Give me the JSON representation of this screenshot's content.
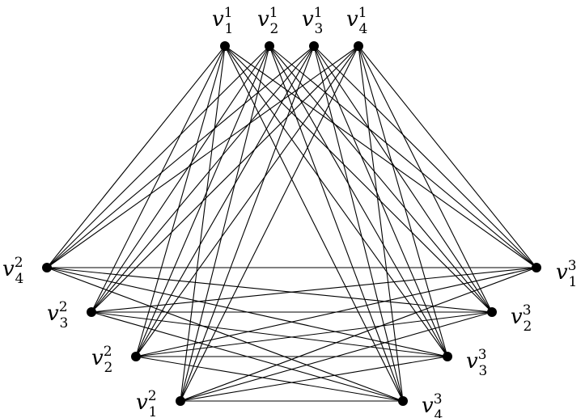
{
  "diagram": {
    "type": "graph",
    "colors": {
      "edge": "#000000",
      "vertex": "#000000",
      "background": "#ffffff"
    },
    "vertices": [
      {
        "id": "a1",
        "base": "v",
        "sub": "1",
        "sup": "1"
      },
      {
        "id": "a2",
        "base": "v",
        "sub": "2",
        "sup": "1"
      },
      {
        "id": "a3",
        "base": "v",
        "sub": "3",
        "sup": "1"
      },
      {
        "id": "a4",
        "base": "v",
        "sub": "4",
        "sup": "1"
      },
      {
        "id": "b4",
        "base": "v",
        "sub": "4",
        "sup": "2"
      },
      {
        "id": "b3",
        "base": "v",
        "sub": "3",
        "sup": "2"
      },
      {
        "id": "b2",
        "base": "v",
        "sub": "2",
        "sup": "2"
      },
      {
        "id": "b1",
        "base": "v",
        "sub": "1",
        "sup": "2"
      },
      {
        "id": "c1",
        "base": "v",
        "sub": "1",
        "sup": "3"
      },
      {
        "id": "c2",
        "base": "v",
        "sub": "2",
        "sup": "3"
      },
      {
        "id": "c3",
        "base": "v",
        "sub": "3",
        "sup": "3"
      },
      {
        "id": "c4",
        "base": "v",
        "sub": "4",
        "sup": "3"
      }
    ],
    "edges_description": "complete tripartite K4,4,4: every vertex of one group is joined to every vertex of the other two groups",
    "groups": [
      [
        "a1",
        "a2",
        "a3",
        "a4"
      ],
      [
        "b1",
        "b2",
        "b3",
        "b4"
      ],
      [
        "c1",
        "c2",
        "c3",
        "c4"
      ]
    ]
  }
}
